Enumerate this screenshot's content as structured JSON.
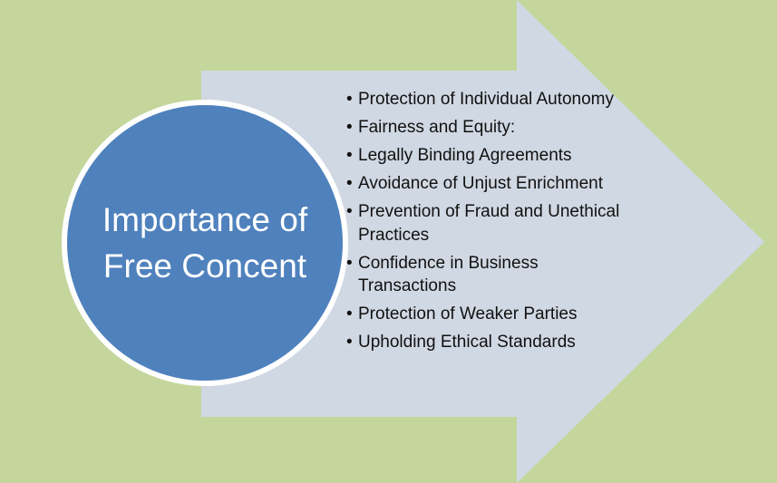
{
  "colors": {
    "background": "#c4d69c",
    "arrow": "#d0d8e3",
    "circle": "#4f81bd"
  },
  "title": "Importance of Free Concent",
  "items": [
    "Protection of Individual Autonomy",
    "Fairness and Equity:",
    "Legally Binding Agreements",
    "Avoidance of Unjust Enrichment",
    "Prevention of Fraud and Unethical Practices",
    "Confidence in Business Transactions",
    "Protection of Weaker Parties",
    "Upholding Ethical Standards"
  ]
}
